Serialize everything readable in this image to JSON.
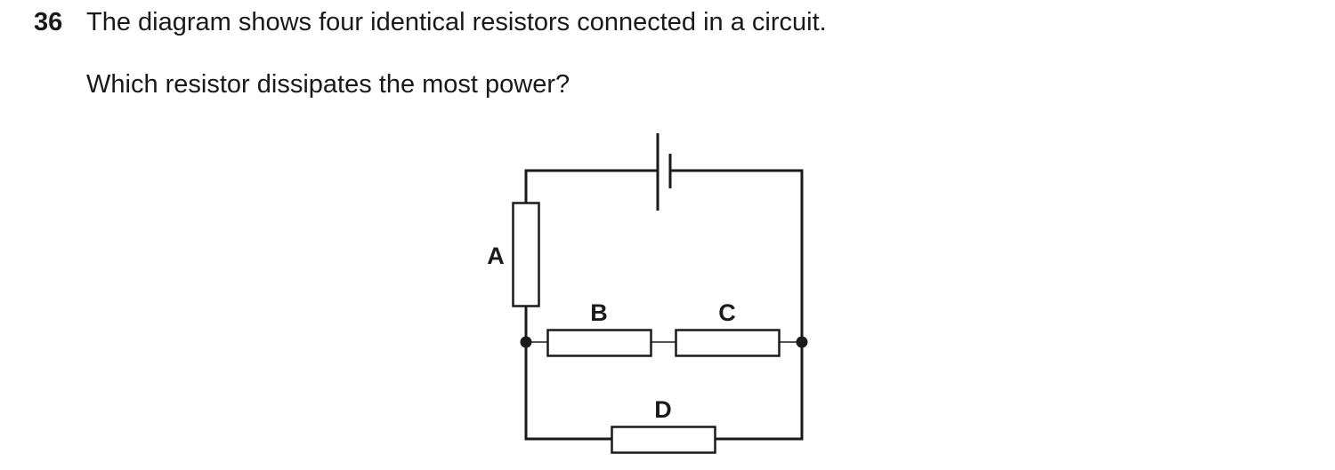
{
  "question": {
    "number": "36",
    "stem": "The diagram shows four identical resistors connected in a circuit.",
    "prompt": "Which resistor dissipates the most power?"
  },
  "circuit": {
    "labels": {
      "A": "A",
      "B": "B",
      "C": "C",
      "D": "D"
    }
  }
}
